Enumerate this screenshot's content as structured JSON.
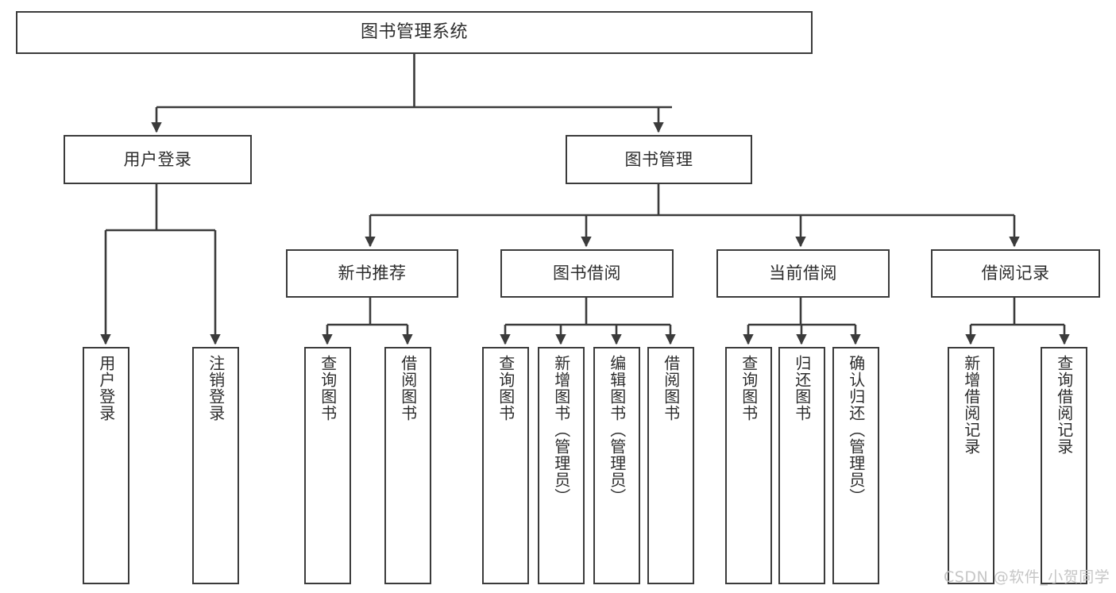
{
  "diagram": {
    "title": "图书管理系统",
    "type": "tree-hierarchy-chart",
    "colors": {
      "box_border": "#3b3b3b",
      "box_fill": "#ffffff",
      "text": "#2d2d2d",
      "edge": "#3b3b3b",
      "watermark": "#c6c6c6"
    },
    "nodes": {
      "root": {
        "label": "图书管理系统"
      },
      "level2": [
        {
          "label": "用户登录"
        },
        {
          "label": "图书管理"
        }
      ],
      "level3": [
        {
          "label": "新书推荐"
        },
        {
          "label": "图书借阅"
        },
        {
          "label": "当前借阅"
        },
        {
          "label": "借阅记录"
        }
      ],
      "leaves": {
        "user_login": [
          {
            "label": "用户登录"
          },
          {
            "label": "注销登录"
          }
        ],
        "new_book_recommend": [
          {
            "label": "查询图书"
          },
          {
            "label": "借阅图书"
          }
        ],
        "book_borrow": [
          {
            "label": "查询图书"
          },
          {
            "label": "新增图书（管理员）"
          },
          {
            "label": "编辑图书（管理员）"
          },
          {
            "label": "借阅图书"
          }
        ],
        "current_borrow": [
          {
            "label": "查询图书"
          },
          {
            "label": "归还图书"
          },
          {
            "label": "确认归还（管理员）"
          }
        ],
        "borrow_record": [
          {
            "label": "新增借阅记录"
          },
          {
            "label": "查询借阅记录"
          }
        ]
      }
    }
  },
  "watermark": {
    "text": "CSDN @软件_小贺同学"
  }
}
